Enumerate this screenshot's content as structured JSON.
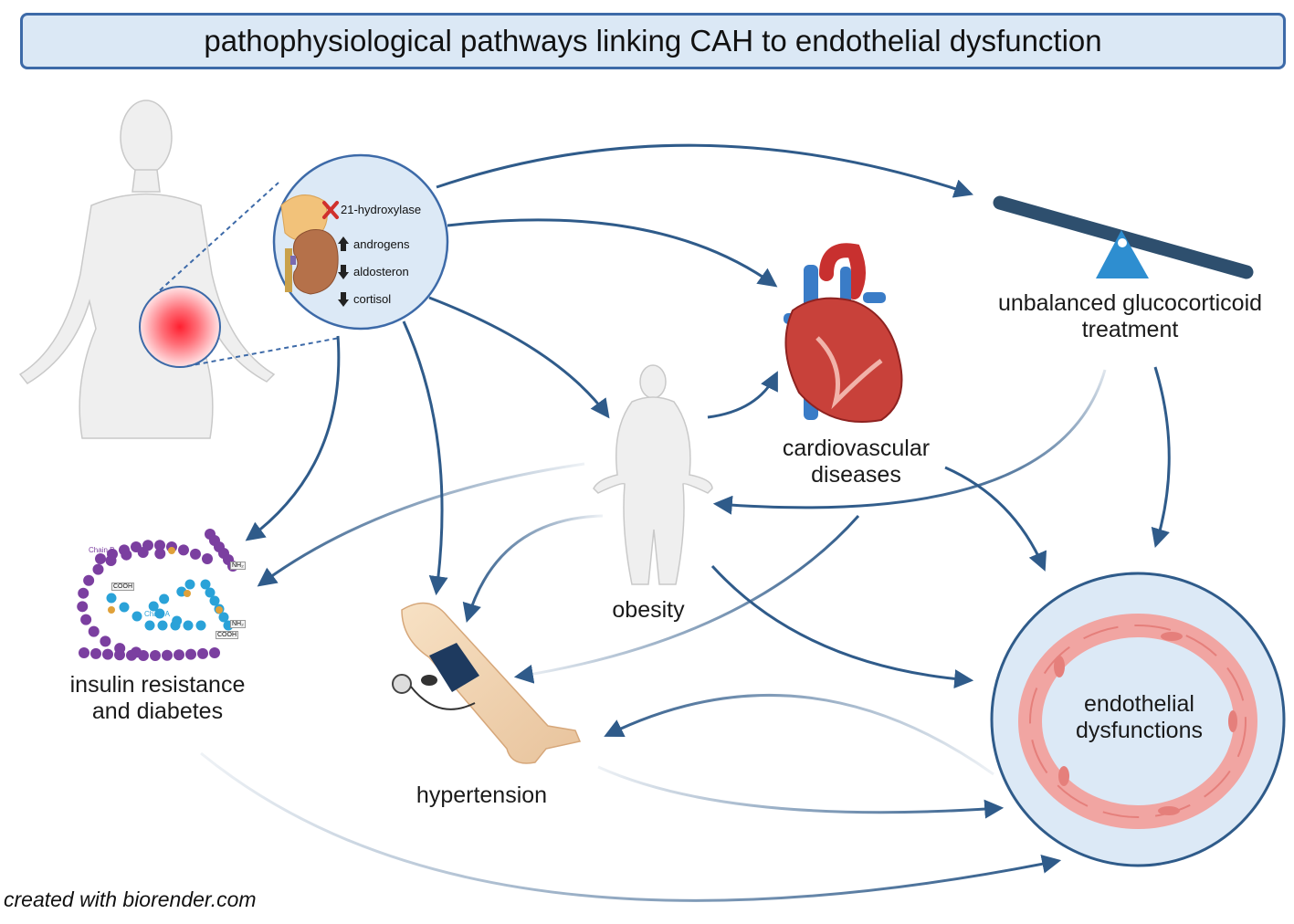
{
  "title": "pathophysiological pathways linking CAH to endothelial dysfunction",
  "adrenal_panel": {
    "items": [
      {
        "marker": "x",
        "text": "21-hydroxylase"
      },
      {
        "marker": "arrow-up",
        "text": "androgens"
      },
      {
        "marker": "arrow-down",
        "text": "aldosteron"
      },
      {
        "marker": "arrow-down",
        "text": "cortisol"
      }
    ]
  },
  "nodes": {
    "glucocorticoid": "unbalanced glucocorticoid treatment",
    "cardiovascular": "cardiovascular diseases",
    "obesity": "obesity",
    "insulin": "insulin resistance and diabetes",
    "hypertension": "hypertension",
    "endothelial": "endothelial dysfunctions"
  },
  "insulin_labels": {
    "chain_b": "Chain B",
    "chain_a": "Chain A",
    "cooh": "COOH",
    "nh2": "NH₂"
  },
  "credit": "created with biorender.com",
  "colors": {
    "arrow": "#2f5b8a",
    "title_bg": "#dbe8f5",
    "title_border": "#3d6aa8",
    "panel_bg": "#dce9f6"
  }
}
